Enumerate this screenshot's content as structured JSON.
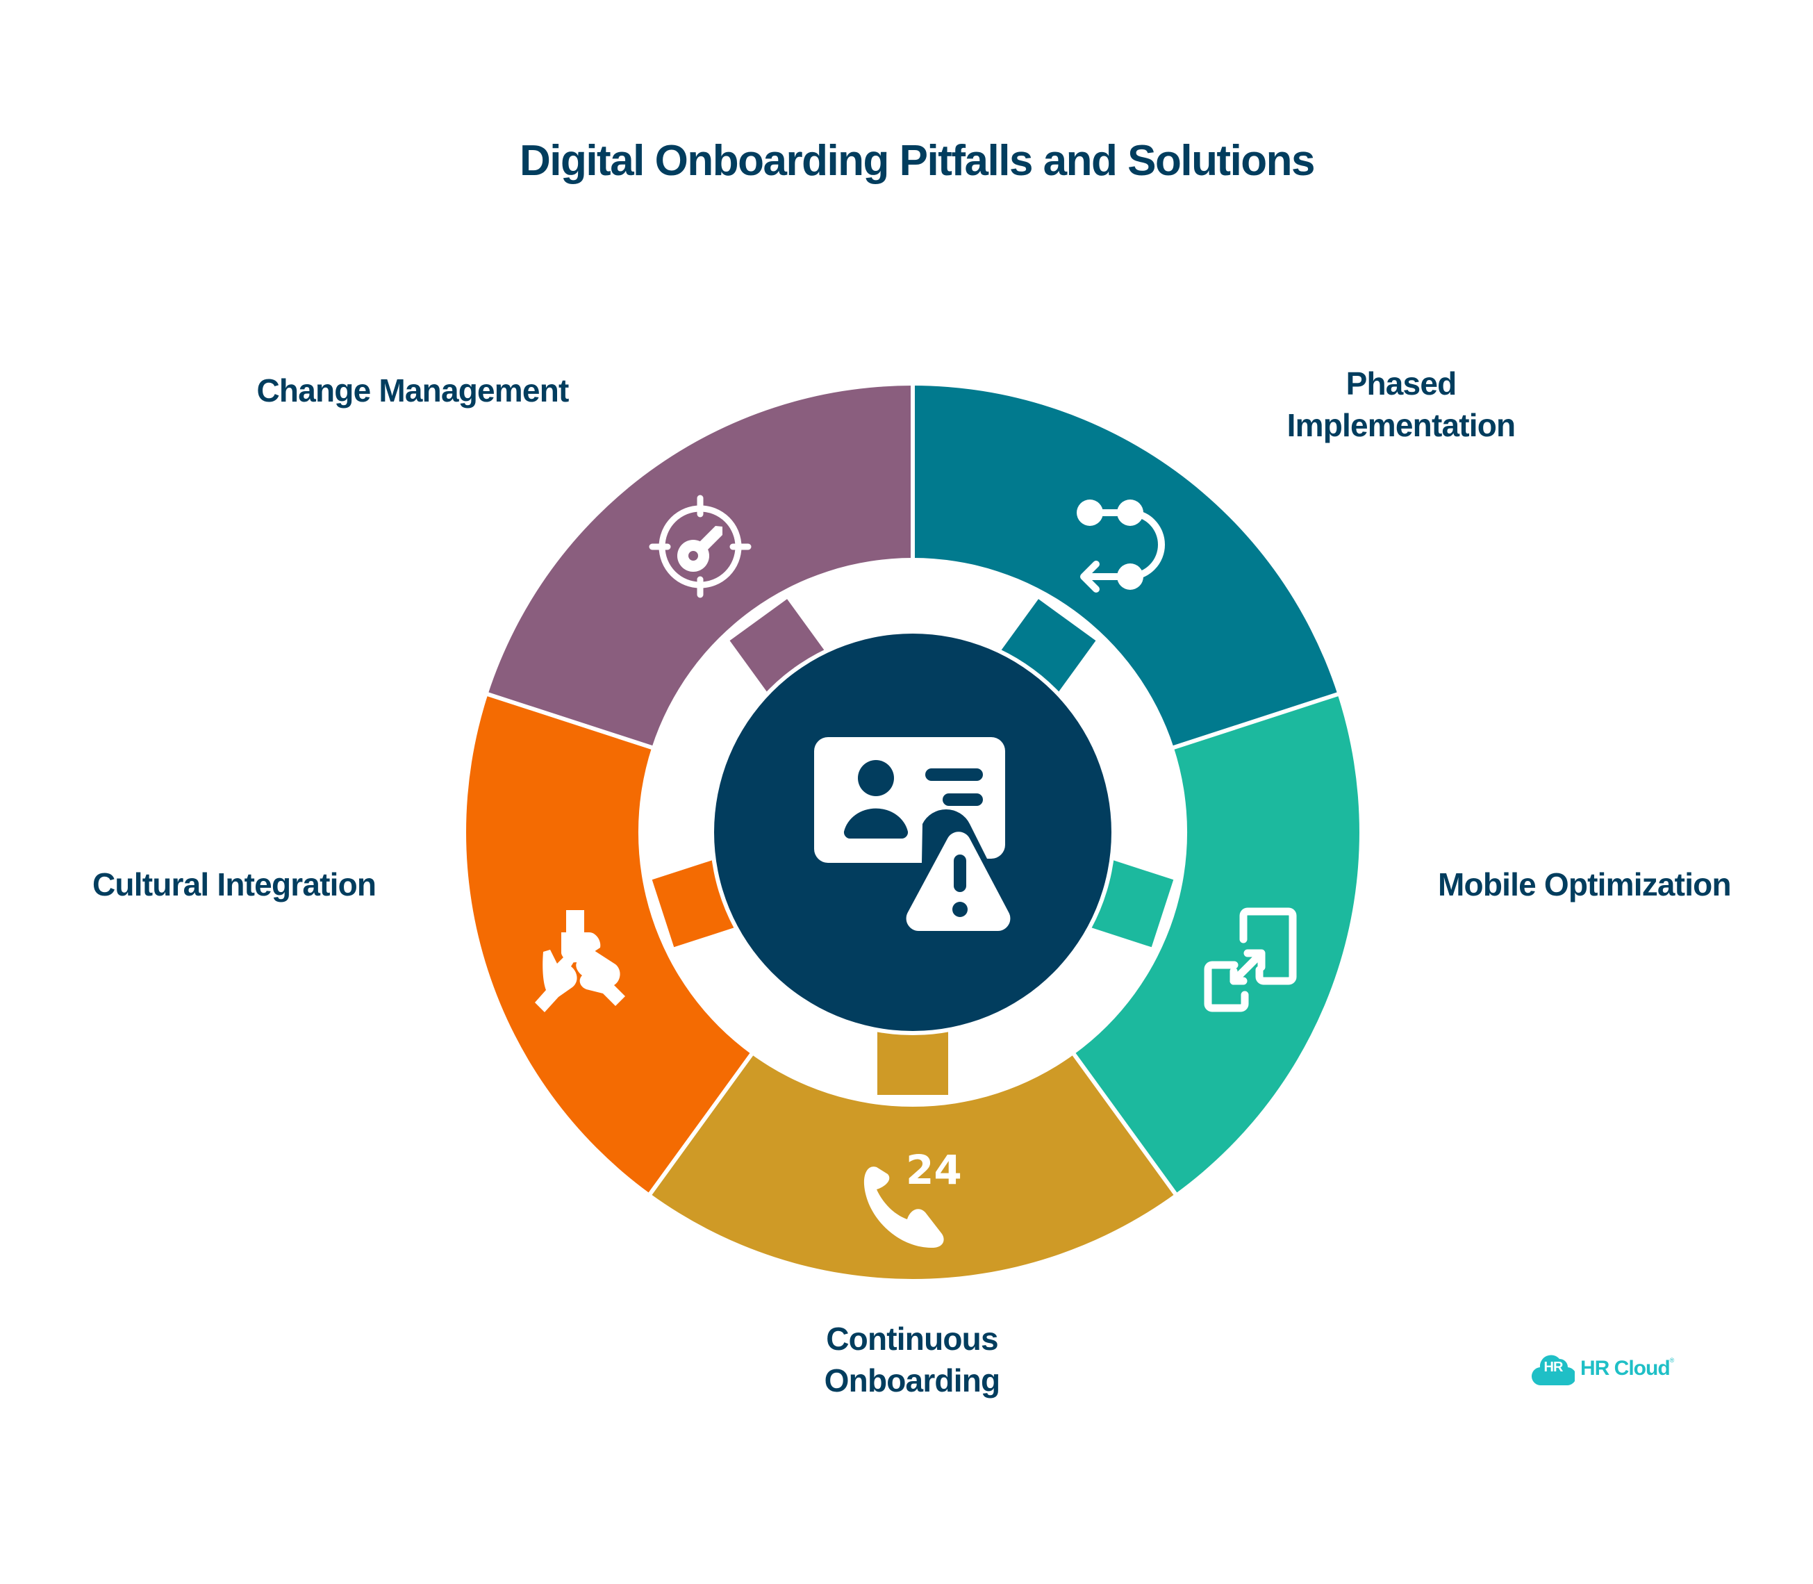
{
  "title": "Digital Onboarding Pitfalls and Solutions",
  "center": {
    "icon": "id-card-warning-icon",
    "color": "#023D5E"
  },
  "segments": [
    {
      "id": "change",
      "label_lines": [
        "Change Management"
      ],
      "icon": "target-key-icon",
      "color": "#8A5E7E"
    },
    {
      "id": "phased",
      "label_lines": [
        "Phased",
        "Implementation"
      ],
      "icon": "route-arrow-icon",
      "color": "#017A8E"
    },
    {
      "id": "mobile",
      "label_lines": [
        "Mobile Optimization"
      ],
      "icon": "resize-screens-icon",
      "color": "#1CB99E"
    },
    {
      "id": "continuous",
      "label_lines": [
        "Continuous",
        "Onboarding"
      ],
      "icon": "phone-24-icon",
      "color": "#CF9A26",
      "icon_text": "24"
    },
    {
      "id": "cultural",
      "label_lines": [
        "Cultural Integration"
      ],
      "icon": "hands-together-icon",
      "color": "#F46B02"
    }
  ],
  "logo": {
    "badge": "HR",
    "name": "HR Cloud",
    "mark": "®",
    "color": "#1FBFC6"
  }
}
